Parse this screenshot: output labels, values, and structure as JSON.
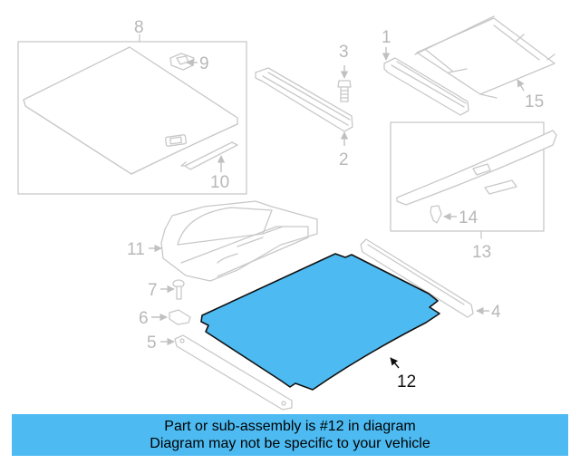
{
  "diagram": {
    "highlight_color": "#4dbbf2",
    "line_color": "#c8c8c8",
    "highlighted_part": "12",
    "callouts": [
      {
        "id": "1",
        "label": "1"
      },
      {
        "id": "2",
        "label": "2"
      },
      {
        "id": "3",
        "label": "3"
      },
      {
        "id": "4",
        "label": "4"
      },
      {
        "id": "5",
        "label": "5"
      },
      {
        "id": "6",
        "label": "6"
      },
      {
        "id": "7",
        "label": "7"
      },
      {
        "id": "8",
        "label": "8"
      },
      {
        "id": "9",
        "label": "9"
      },
      {
        "id": "10",
        "label": "10"
      },
      {
        "id": "11",
        "label": "11"
      },
      {
        "id": "12",
        "label": "12"
      },
      {
        "id": "13",
        "label": "13"
      },
      {
        "id": "14",
        "label": "14"
      },
      {
        "id": "15",
        "label": "15"
      }
    ]
  },
  "caption": {
    "line1": "Part or sub-assembly is #12 in diagram",
    "line2": "Diagram may not be specific to your vehicle",
    "background": "#4dbbf2"
  }
}
